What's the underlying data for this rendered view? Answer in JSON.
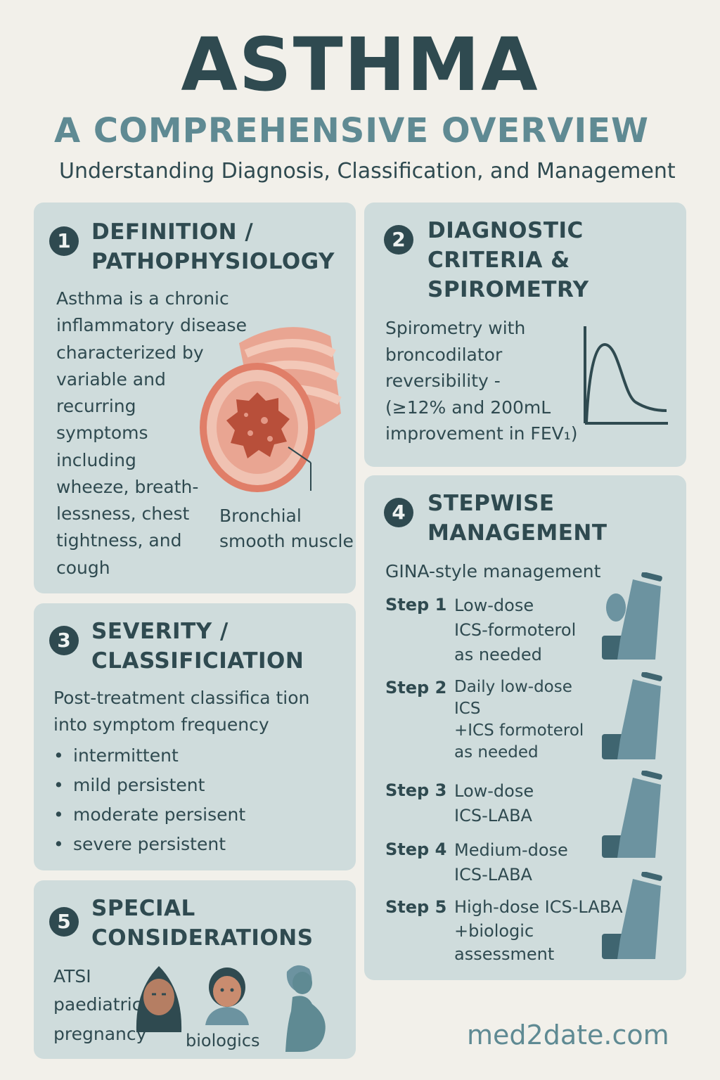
{
  "header": {
    "title": "ASTHMA",
    "subtitle": "A COMPREHENSIVE OVERVIEW",
    "tagline": "Understanding Diagnosis, Classification, and Management"
  },
  "sections": {
    "definition": {
      "number": "1",
      "heading_line1": "DEFINITION /",
      "heading_line2": "PATHOPHYSIOLOGY",
      "lines": [
        "Asthma is a chronic",
        "inflammatory disease",
        "characterized by",
        "variable and",
        "recurring",
        "symptoms",
        "including",
        "wheeze, breath-",
        "lessness, chest",
        "tightness, and",
        "cough"
      ],
      "figure_label_line1": "Bronchial",
      "figure_label_line2": "smooth muscle"
    },
    "diagnostic": {
      "number": "2",
      "heading_line1": "DIAGNOSTIC",
      "heading_line2": "CRITERIA &",
      "heading_line3": "SPIROMETRY",
      "lines": [
        "Spirometry with",
        "broncodilator",
        "reversibility -",
        "(≥12% and 200mL",
        "improvement in FEV₁)"
      ]
    },
    "severity": {
      "number": "3",
      "heading_line1": "SEVERITY /",
      "heading_line2": "CLASSIFICIATION",
      "intro_line1": "Post-treatment classifica tion",
      "intro_line2": "into symptom frequency",
      "items": [
        "intermittent",
        "mild persistent",
        "moderate persisent",
        "severe persistent"
      ]
    },
    "management": {
      "number": "4",
      "heading_line1": "STEPWISE",
      "heading_line2": "MANAGEMENT",
      "intro": "GINA-style management",
      "steps": [
        {
          "label": "Step 1",
          "lines": [
            "Low-dose",
            "ICS-formoterol",
            "as needed"
          ]
        },
        {
          "label": "Step 2",
          "lines": [
            "Daily low-dose",
            "ICS",
            "+ICS formoterol",
            "as needed"
          ]
        },
        {
          "label": "Step 3",
          "lines": [
            "Low-dose",
            "ICS-LABA"
          ]
        },
        {
          "label": "Step 4",
          "lines": [
            "Medium-dose",
            "ICS-LABA"
          ]
        },
        {
          "label": "Step 5",
          "lines": [
            "High-dose ICS-LABA",
            "+biologic",
            "assessment"
          ]
        }
      ]
    },
    "special": {
      "number": "5",
      "heading_line1": "SPECIAL",
      "heading_line2": "CONSIDERATIONS",
      "items": [
        "ATSI",
        "paediatric",
        "pregnancy",
        "biologics"
      ]
    }
  },
  "footer": {
    "site": "med2date.com"
  },
  "colors": {
    "background": "#f2f0ea",
    "card": "#cfdcdc",
    "dark": "#2f4a50",
    "accent": "#5f8a93",
    "airway": "#d9735f"
  }
}
